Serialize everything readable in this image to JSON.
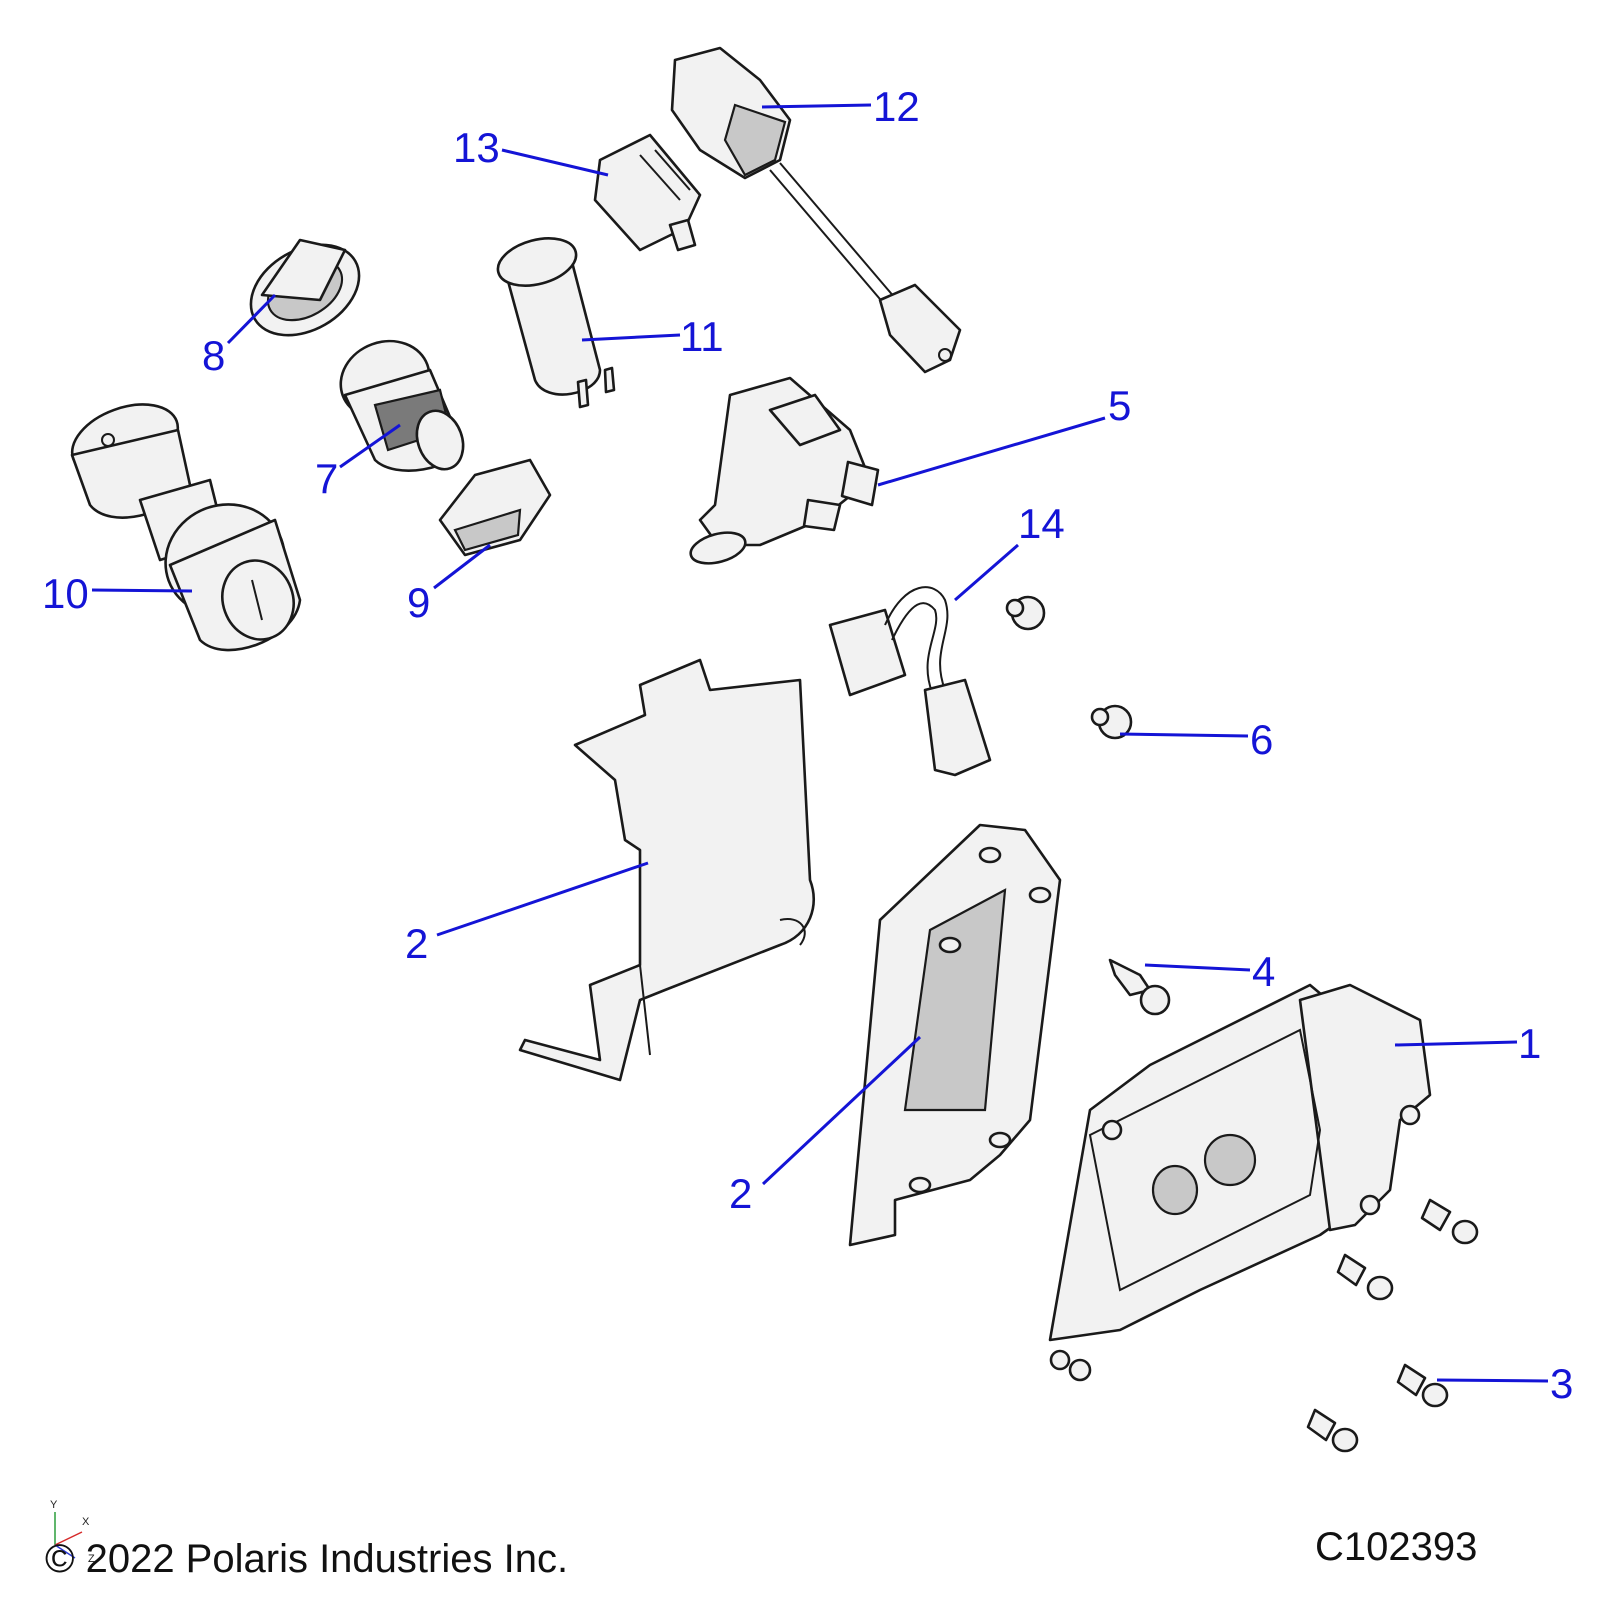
{
  "callouts": {
    "c1": "1",
    "c2a": "2",
    "c2b": "2",
    "c3": "3",
    "c4": "4",
    "c5": "5",
    "c6": "6",
    "c7": "7",
    "c8": "8",
    "c9": "9",
    "c10": "10",
    "c11": "11",
    "c12": "12",
    "c13": "13",
    "c14": "14"
  },
  "footer": {
    "copyright": "© 2022 Polaris Industries Inc.",
    "drawing_number": "C102393"
  },
  "axis_triad": {
    "y": "Y",
    "x": "X",
    "z": "Z"
  },
  "colors": {
    "callout": "#1414d6",
    "line_art": "#1a1a1a",
    "part_fill": "#f2f2f2"
  }
}
